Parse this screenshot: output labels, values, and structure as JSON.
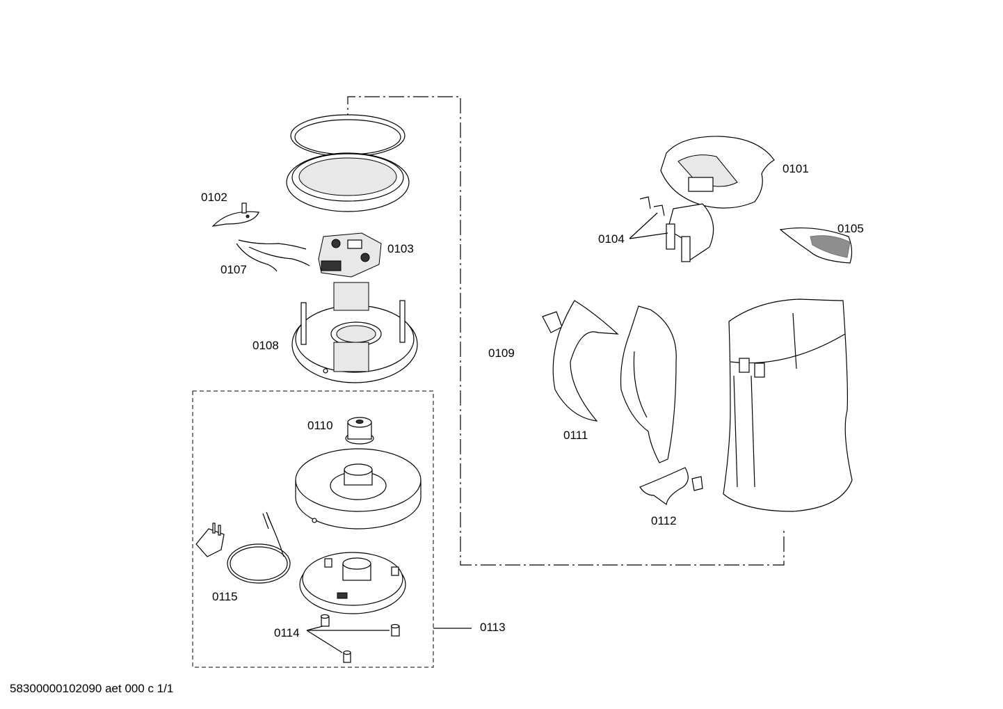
{
  "labels": {
    "p0101": "0101",
    "p0102": "0102",
    "p0103": "0103",
    "p0104": "0104",
    "p0105": "0105",
    "p0107": "0107",
    "p0108": "0108",
    "p0109": "0109",
    "p0110": "0110",
    "p0111": "0111",
    "p0112": "0112",
    "p0113": "0113",
    "p0114": "0114",
    "p0115": "0115"
  },
  "footer": "58300000102090 aet 000 c 1/1"
}
